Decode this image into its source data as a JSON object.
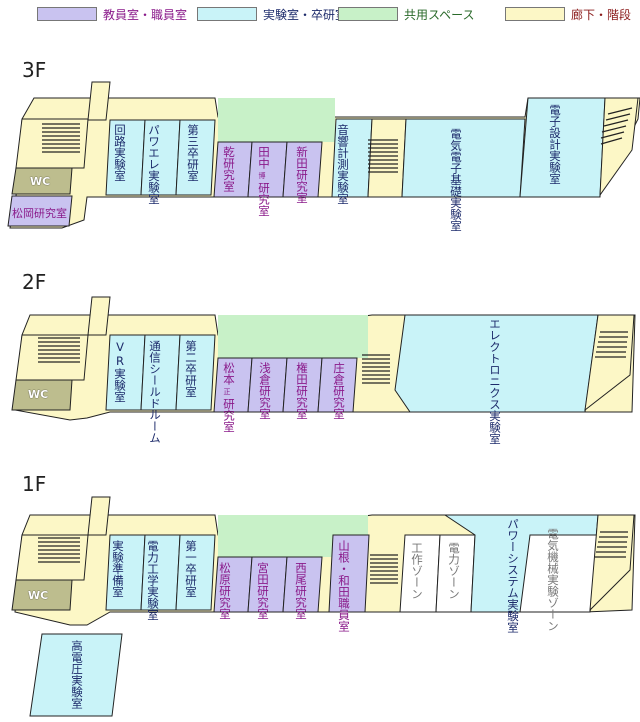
{
  "legend": [
    {
      "label": "教員室・職員室",
      "color": "#c9c3f0",
      "text_color": "#8a1a8a"
    },
    {
      "label": "実験室・卒研室",
      "color": "#c9f3f8",
      "text_color": "#1d2b6b"
    },
    {
      "label": "共用スペース",
      "color": "#c8f1c8",
      "text_color": "#2a6a2a"
    },
    {
      "label": "廊下・階段",
      "color": "#fcf7c6",
      "text_color": "#8a1a1a"
    }
  ],
  "colors": {
    "faculty": "#c9c3f0",
    "lab": "#c9f3f8",
    "common": "#c8f1c8",
    "corridor": "#fcf7c6",
    "wc": "#bdbd8e",
    "outline": "#222222"
  },
  "floors": {
    "f3": {
      "label": "3F",
      "wc": "WC",
      "rooms": [
        "回路実験室",
        "パワエレ実験室",
        "第三卒研室",
        "乾研究室",
        "田中",
        "研究室",
        "新田研究室",
        "音響計測実験室",
        "電気電子基礎実験室",
        "電子設計実験室",
        "松岡研究室"
      ],
      "small": "博"
    },
    "f2": {
      "label": "2F",
      "wc": "WC",
      "rooms": [
        "VR実験室",
        "通信シールドルーム",
        "第二卒研室",
        "松本",
        "研究室",
        "浅倉研究室",
        "権田研究室",
        "庄倉研究室",
        "エレクトロニクス実験室"
      ],
      "small": "正"
    },
    "f1": {
      "label": "1F",
      "wc": "WC",
      "rooms": [
        "実験準備室",
        "電力工学実験室",
        "第一卒研室",
        "松原研究室",
        "宮田研究室",
        "西尾研究室",
        "山根・和田職員室",
        "工作ゾーン",
        "電力ゾーン",
        "パワーシステム実験室",
        "電気機械実験ゾーン",
        "高電圧実験室"
      ]
    }
  }
}
